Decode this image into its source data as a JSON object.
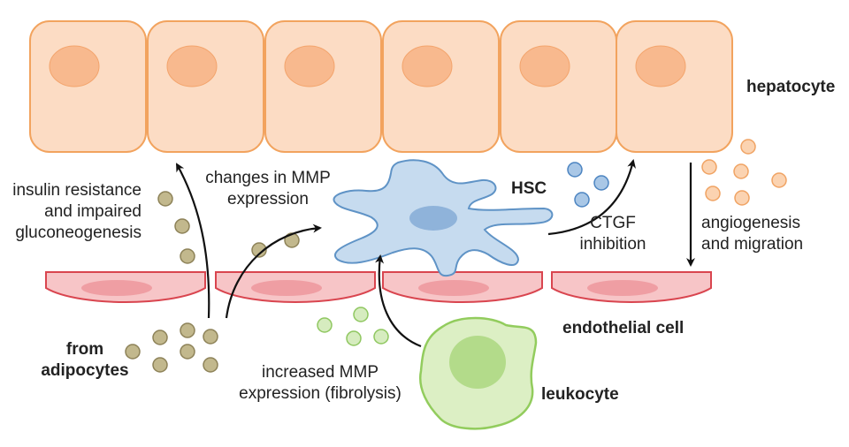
{
  "labels": {
    "hepatocyte": "hepatocyte",
    "hsc": "HSC",
    "endothelial": "endothelial cell",
    "leukocyte": "leukocyte",
    "adipocytes_1": "from",
    "adipocytes_2": "adipocytes",
    "insulin_1": "insulin resistance",
    "insulin_2": "and impaired",
    "insulin_3": "gluconeogenesis",
    "mmp_change_1": "changes in MMP",
    "mmp_change_2": "expression",
    "ctgf_1": "CTGF",
    "ctgf_2": "inhibition",
    "angio_1": "angiogenesis",
    "angio_2": "and migration",
    "mmp_inc_1": "increased MMP",
    "mmp_inc_2": "expression (fibrolysis)"
  },
  "colors": {
    "hepatocyte_fill": "#fcdcc4",
    "hepatocyte_stroke": "#f2a35e",
    "hepatocyte_nucleus": "#f8b98e",
    "endothelial_fill": "#f7c5c7",
    "endothelial_stroke": "#d9454f",
    "endothelial_nucleus": "#ef9ea3",
    "hsc_fill": "#c6dbef",
    "hsc_stroke": "#5f93c6",
    "hsc_nucleus": "#8fb3da",
    "leukocyte_fill": "#dcefc4",
    "leukocyte_stroke": "#92cc5d",
    "leukocyte_nucleus": "#b3db8a",
    "adipocyte_dot": "#c2b88d",
    "green_dot": "#d6ecbf",
    "blue_dot": "#a9c7e6",
    "orange_dot": "#fbd3b1",
    "arrow": "#111111"
  }
}
